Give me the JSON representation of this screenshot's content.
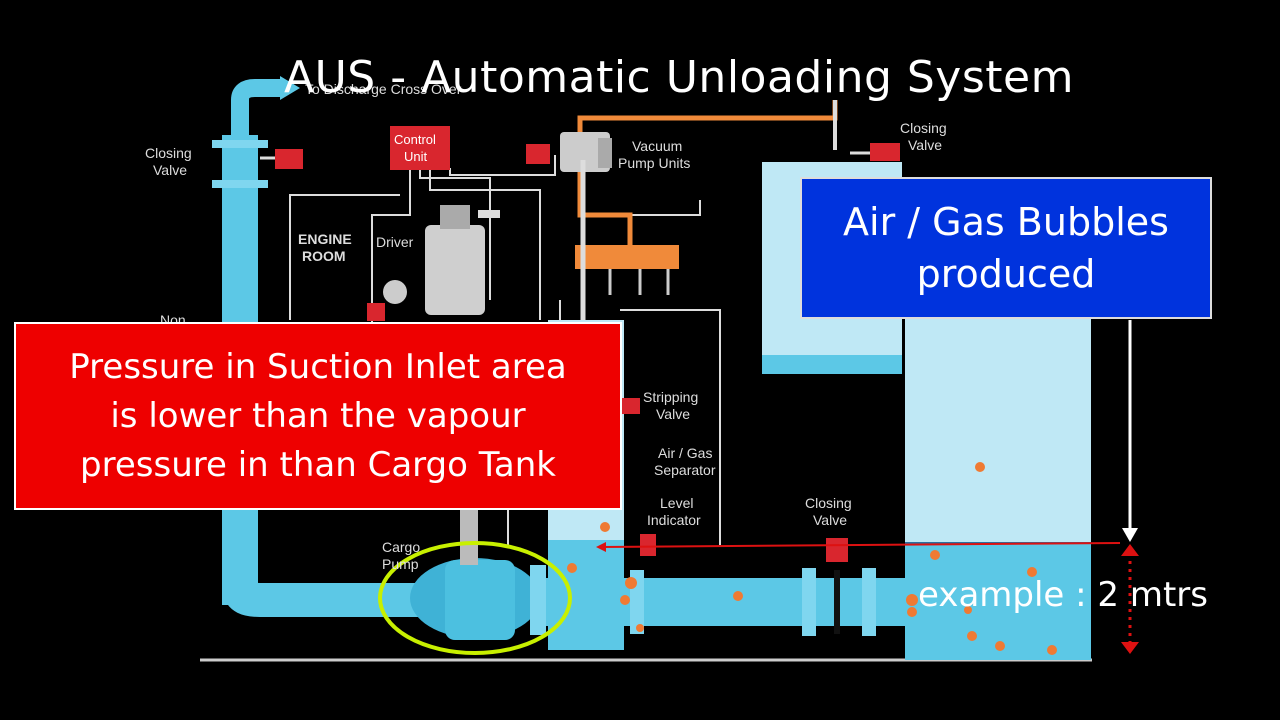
{
  "title": "AUS - Automatic Unloading System",
  "callouts": {
    "pressure": [
      "Pressure in Suction Inlet area",
      "is lower than the vapour",
      "pressure in than Cargo Tank"
    ],
    "bubbles": [
      "Air / Gas Bubbles",
      "produced"
    ],
    "example": "example : 2 mtrs"
  },
  "labels": {
    "to_discharge": "To Discharge Cross Over",
    "closing_valve": [
      "Closing",
      "Valve"
    ],
    "control_unit": [
      "Control",
      "Unit"
    ],
    "vacuum_pump": [
      "Vacuum",
      "Pump Units"
    ],
    "engine_room": [
      "ENGINE",
      "ROOM"
    ],
    "driver": "Driver",
    "non_return": "Non",
    "stripping_valve": [
      "Stripping",
      "Valve"
    ],
    "air_gas_separator": [
      "Air / Gas",
      "Separator"
    ],
    "level_indicator": [
      "Level",
      "Indicator"
    ],
    "cargo_pump": [
      "Cargo",
      "Pump"
    ]
  },
  "colors": {
    "pipe": "#5cc8e6",
    "valve": "#d9262e",
    "vacuum": "#f08a3a",
    "tank": "#bfe8f5",
    "liquid": "#5cc8e6",
    "bubble": "#ef7a33",
    "highlight": "#c8f000"
  }
}
